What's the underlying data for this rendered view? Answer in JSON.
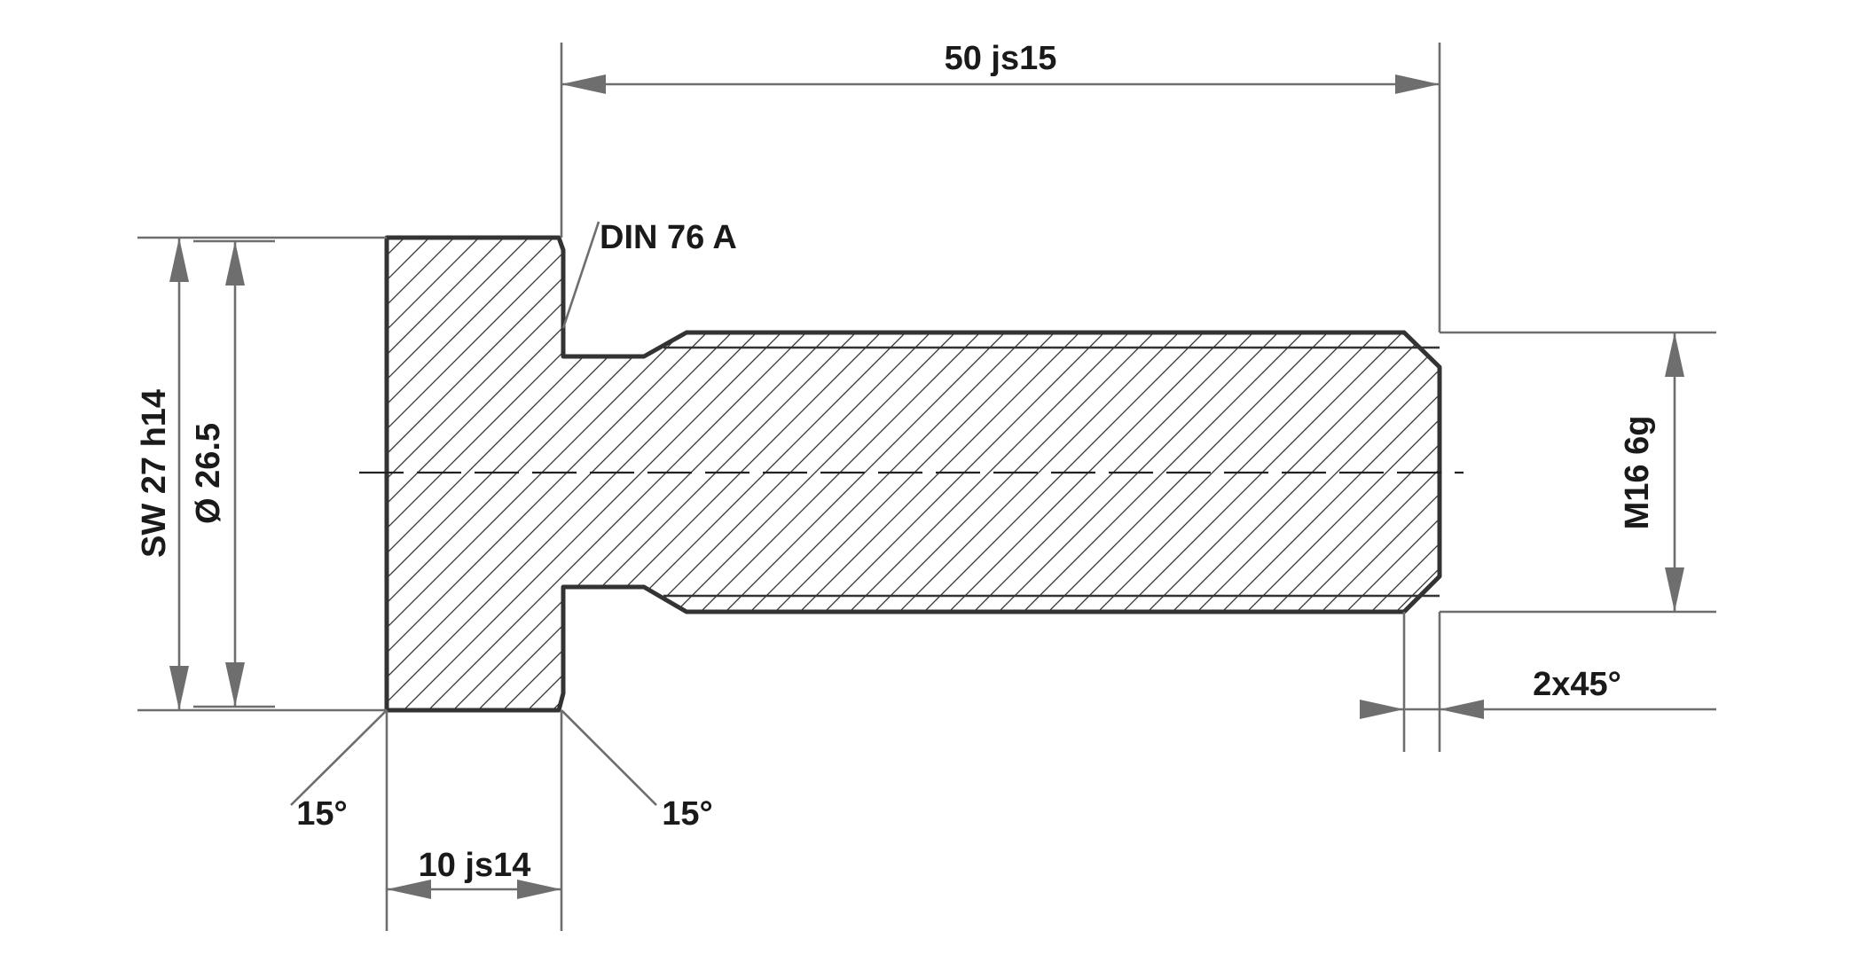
{
  "labels": {
    "length_total": "50 js15",
    "head_length": "10 js14",
    "wrench_size": "SW 27 h14",
    "head_diameter": "Ø 26.5",
    "thread": "M16 6g",
    "undercut": "DIN 76 A",
    "chamfer": "2x45°",
    "angle_left": "15°",
    "angle_right": "15°"
  }
}
